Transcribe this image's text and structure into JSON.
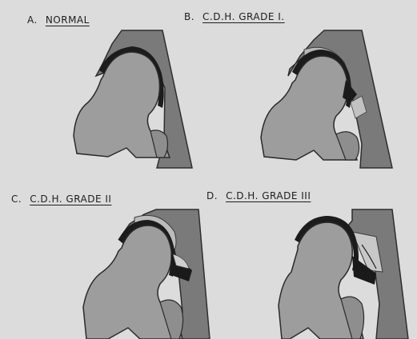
{
  "figure": {
    "panels": [
      {
        "letter": "A.",
        "title": "NORMAL"
      },
      {
        "letter": "B.",
        "title": "C.D.H. GRADE I."
      },
      {
        "letter": "C.",
        "title": "C.D.H. GRADE II"
      },
      {
        "letter": "D.",
        "title": "C.D.H. GRADE III"
      }
    ]
  }
}
